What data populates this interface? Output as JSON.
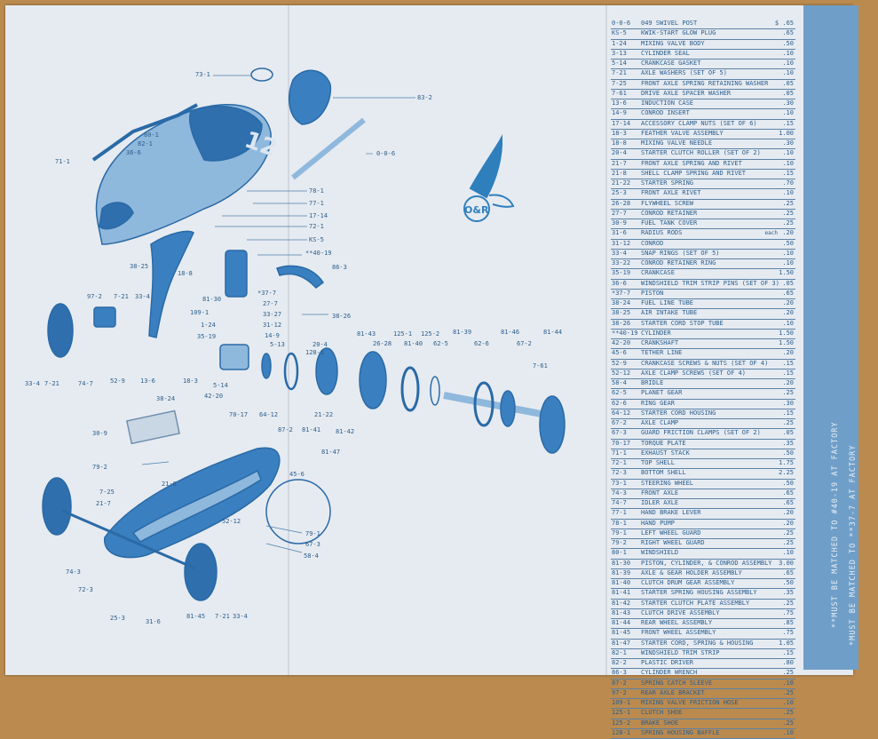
{
  "parts": [
    {
      "no": "0-0-6",
      "name": "049 SWIVEL POST",
      "price": "$ .65"
    },
    {
      "no": "KS-5",
      "name": "KWIK-START GLOW PLUG",
      "price": ".65"
    },
    {
      "no": "1-24",
      "name": "MIXING VALVE BODY",
      "price": ".50"
    },
    {
      "no": "3-13",
      "name": "CYLINDER SEAL",
      "price": ".10"
    },
    {
      "no": "5-14",
      "name": "CRANKCASE GASKET",
      "price": ".10"
    },
    {
      "no": "7-21",
      "name": "AXLE WASHERS (SET OF 5)",
      "price": ".10"
    },
    {
      "no": "7-25",
      "name": "FRONT AXLE SPRING RETAINING WASHER",
      "price": ".05"
    },
    {
      "no": "7-61",
      "name": "DRIVE AXLE SPACER WASHER",
      "price": ".05"
    },
    {
      "no": "13-6",
      "name": "INDUCTION CASE",
      "price": ".30"
    },
    {
      "no": "14-9",
      "name": "CONROD INSERT",
      "price": ".10"
    },
    {
      "no": "17-14",
      "name": "ACCESSORY CLAMP NUTS (SET OF 6)",
      "price": ".15"
    },
    {
      "no": "18-3",
      "name": "FEATHER VALVE ASSEMBLY",
      "price": "1.00"
    },
    {
      "no": "18-8",
      "name": "MIXING VALVE NEEDLE",
      "price": ".30"
    },
    {
      "no": "20-4",
      "name": "STARTER CLUTCH ROLLER (SET OF 2)",
      "price": ".10"
    },
    {
      "no": "21-7",
      "name": "FRONT AXLE SPRING AND RIVET",
      "price": ".10"
    },
    {
      "no": "21-8",
      "name": "SHELL CLAMP SPRING AND RIVET",
      "price": ".15"
    },
    {
      "no": "21-22",
      "name": "STARTER SPRING",
      "price": ".70"
    },
    {
      "no": "25-3",
      "name": "FRONT AXLE RIVET",
      "price": ".10"
    },
    {
      "no": "26-28",
      "name": "FLYWHEEL SCREW",
      "price": ".25"
    },
    {
      "no": "27-7",
      "name": "CONROD RETAINER",
      "price": ".25"
    },
    {
      "no": "30-9",
      "name": "FUEL TANK COVER",
      "price": ".25"
    },
    {
      "no": "31-6",
      "name": "RADIUS RODS",
      "each": "each",
      "price": ".20"
    },
    {
      "no": "31-12",
      "name": "CONROD",
      "price": ".50"
    },
    {
      "no": "33-4",
      "name": "SNAP RINGS (SET OF 5)",
      "price": ".10"
    },
    {
      "no": "33-22",
      "name": "CONROD RETAINER RING",
      "price": ".10"
    },
    {
      "no": "35-19",
      "name": "CRANKCASE",
      "price": "1.50"
    },
    {
      "no": "36-6",
      "name": "WINDSHIELD TRIM STRIP PINS (SET OF 3)",
      "price": ".05"
    },
    {
      "no": "*37-7",
      "name": "PISTON",
      "price": ".65"
    },
    {
      "no": "38-24",
      "name": "FUEL LINE TUBE",
      "price": ".20"
    },
    {
      "no": "38-25",
      "name": "AIR INTAKE TUBE",
      "price": ".20"
    },
    {
      "no": "38-26",
      "name": "STARTER CORD STOP TUBE",
      "price": ".10"
    },
    {
      "no": "**40-19",
      "name": "CYLINDER",
      "price": "1.50"
    },
    {
      "no": "42-20",
      "name": "CRANKSHAFT",
      "price": "1.50"
    },
    {
      "no": "45-6",
      "name": "TETHER LINE",
      "price": ".20"
    },
    {
      "no": "52-9",
      "name": "CRANKCASE SCREWS & NUTS (SET OF 4)",
      "price": ".15"
    },
    {
      "no": "52-12",
      "name": "AXLE CLAMP SCREWS (SET OF 4)",
      "price": ".15"
    },
    {
      "no": "58-4",
      "name": "BRIDLE",
      "price": ".20"
    },
    {
      "no": "62-5",
      "name": "PLANET GEAR",
      "price": ".25"
    },
    {
      "no": "62-6",
      "name": "RING GEAR",
      "price": ".30"
    },
    {
      "no": "64-12",
      "name": "STARTER CORD HOUSING",
      "price": ".15"
    },
    {
      "no": "67-2",
      "name": "AXLE CLAMP",
      "price": ".25"
    },
    {
      "no": "67-3",
      "name": "GUARD FRICTION CLAMPS (SET OF 2)",
      "price": ".05"
    },
    {
      "no": "70-17",
      "name": "TORQUE PLATE",
      "price": ".35"
    },
    {
      "no": "71-1",
      "name": "EXHAUST STACK",
      "price": ".50"
    },
    {
      "no": "72-1",
      "name": "TOP SHELL",
      "price": "1.75"
    },
    {
      "no": "72-3",
      "name": "BOTTOM SHELL",
      "price": "2.25"
    },
    {
      "no": "73-1",
      "name": "STEERING WHEEL",
      "price": ".50"
    },
    {
      "no": "74-3",
      "name": "FRONT AXLE",
      "price": ".65"
    },
    {
      "no": "74-7",
      "name": "IDLER AXLE",
      "price": ".65"
    },
    {
      "no": "77-1",
      "name": "HAND BRAKE LEVER",
      "price": ".20"
    },
    {
      "no": "78-1",
      "name": "HAND PUMP",
      "price": ".20"
    },
    {
      "no": "79-1",
      "name": "LEFT WHEEL GUARD",
      "price": ".25"
    },
    {
      "no": "79-2",
      "name": "RIGHT WHEEL GUARD",
      "price": ".25"
    },
    {
      "no": "80-1",
      "name": "WINDSHIELD",
      "price": ".10"
    },
    {
      "no": "81-30",
      "name": "PISTON, CYLINDER, & CONROD ASSEMBLY",
      "price": "3.00"
    },
    {
      "no": "81-39",
      "name": "AXLE & GEAR HOLDER ASSEMBLY",
      "price": ".65"
    },
    {
      "no": "81-40",
      "name": "CLUTCH DRUM GEAR ASSEMBLY",
      "price": ".50"
    },
    {
      "no": "81-41",
      "name": "STARTER SPRING HOUSING ASSEMBLY",
      "price": ".35"
    },
    {
      "no": "81-42",
      "name": "STARTER CLUTCH PLATE ASSEMBLY",
      "price": ".25"
    },
    {
      "no": "81-43",
      "name": "CLUTCH DRIVE ASSEMBLY",
      "price": ".75"
    },
    {
      "no": "81-44",
      "name": "REAR WHEEL ASSEMBLY",
      "price": ".85"
    },
    {
      "no": "81-45",
      "name": "FRONT WHEEL ASSEMBLY",
      "price": ".75"
    },
    {
      "no": "81-47",
      "name": "STARTER CORD, SPRING & HOUSING",
      "price": "1.05"
    },
    {
      "no": "82-1",
      "name": "WINDSHIELD TRIM STRIP",
      "price": ".15"
    },
    {
      "no": "82-2",
      "name": "PLASTIC DRIVER",
      "price": ".80"
    },
    {
      "no": "86-3",
      "name": "CYLINDER WRENCH",
      "price": ".25"
    },
    {
      "no": "87-2",
      "name": "SPRING CATCH SLEEVE",
      "price": ".10"
    },
    {
      "no": "97-2",
      "name": "REAR AXLE BRACKET",
      "price": ".25"
    },
    {
      "no": "109-1",
      "name": "MIXING VALVE FRICTION HOSE",
      "price": ".10"
    },
    {
      "no": "125-1",
      "name": "CLUTCH SHOE",
      "price": ".25"
    },
    {
      "no": "125-2",
      "name": "BRAKE SHOE",
      "price": ".25"
    },
    {
      "no": "128-1",
      "name": "SPRING HOUSING BAFFLE",
      "price": ".10"
    }
  ],
  "footnotes": {
    "single": "*MUST BE MATCHED TO **37-7 AT FACTORY",
    "double": "**MUST BE MATCHED TO #40-19 AT FACTORY"
  },
  "logo_text": "O&R",
  "car_number": "12",
  "colors": {
    "paper": "#e6ebf1",
    "ink": "#2c6fa8",
    "strip": "#6f9fc8",
    "table": "#bb8a4e"
  },
  "callouts": [
    {
      "id": "73-1",
      "text": "73-1"
    },
    {
      "id": "83-2",
      "text": "83-2"
    },
    {
      "id": "80-1",
      "text": "80-1"
    },
    {
      "id": "82-1",
      "text": "82-1"
    },
    {
      "id": "36-6",
      "text": "36-6"
    },
    {
      "id": "71-1",
      "text": "71-1"
    },
    {
      "id": "0-0-6",
      "text": "0-0-6"
    },
    {
      "id": "78-1",
      "text": "78-1"
    },
    {
      "id": "77-1",
      "text": "77-1"
    },
    {
      "id": "17-14",
      "text": "17-14"
    },
    {
      "id": "72-1",
      "text": "72-1"
    },
    {
      "id": "KS-5",
      "text": "KS-5"
    },
    {
      "id": "40-19",
      "text": "**40-19"
    },
    {
      "id": "86-3",
      "text": "86-3"
    },
    {
      "id": "38-25",
      "text": "38-25"
    },
    {
      "id": "18-8",
      "text": "18-8"
    },
    {
      "id": "81-30",
      "text": "81-30"
    },
    {
      "id": "37-7",
      "text": "*37-7"
    },
    {
      "id": "27-7",
      "text": "27-7"
    },
    {
      "id": "33-27",
      "text": "33-27"
    },
    {
      "id": "31-12",
      "text": "31-12"
    },
    {
      "id": "14-9",
      "text": "14-9"
    },
    {
      "id": "38-26",
      "text": "38-26"
    },
    {
      "id": "97-2",
      "text": "97-2"
    },
    {
      "id": "7-21a",
      "text": "7-21"
    },
    {
      "id": "33-4a",
      "text": "33-4"
    },
    {
      "id": "109-1",
      "text": "109-1"
    },
    {
      "id": "1-24",
      "text": "1-24"
    },
    {
      "id": "35-19",
      "text": "35-19"
    },
    {
      "id": "5-13",
      "text": "5-13"
    },
    {
      "id": "20-4",
      "text": "20-4"
    },
    {
      "id": "128-1",
      "text": "128-1"
    },
    {
      "id": "81-43",
      "text": "81-43"
    },
    {
      "id": "26-28",
      "text": "26-28"
    },
    {
      "id": "125-1",
      "text": "125-1"
    },
    {
      "id": "81-40",
      "text": "81-40"
    },
    {
      "id": "125-2",
      "text": "125-2"
    },
    {
      "id": "62-5",
      "text": "62-5"
    },
    {
      "id": "81-39",
      "text": "81-39"
    },
    {
      "id": "62-6",
      "text": "62-6"
    },
    {
      "id": "81-46",
      "text": "81-46"
    },
    {
      "id": "67-2",
      "text": "67-2"
    },
    {
      "id": "81-44",
      "text": "81-44"
    },
    {
      "id": "7-61",
      "text": "7-61"
    },
    {
      "id": "33-4b",
      "text": "33-4"
    },
    {
      "id": "7-21b",
      "text": "7-21"
    },
    {
      "id": "74-7",
      "text": "74-7"
    },
    {
      "id": "52-9",
      "text": "52-9"
    },
    {
      "id": "13-6",
      "text": "13-6"
    },
    {
      "id": "18-3",
      "text": "18-3"
    },
    {
      "id": "5-14",
      "text": "5-14"
    },
    {
      "id": "42-20",
      "text": "42-20"
    },
    {
      "id": "70-17",
      "text": "70-17"
    },
    {
      "id": "64-12",
      "text": "64-12"
    },
    {
      "id": "87-2",
      "text": "87-2"
    },
    {
      "id": "81-41",
      "text": "81-41"
    },
    {
      "id": "21-22",
      "text": "21-22"
    },
    {
      "id": "81-42",
      "text": "81-42"
    },
    {
      "id": "81-47",
      "text": "81-47"
    },
    {
      "id": "38-24",
      "text": "38-24"
    },
    {
      "id": "30-9",
      "text": "30-9"
    },
    {
      "id": "79-2",
      "text": "79-2"
    },
    {
      "id": "21-8",
      "text": "21-8"
    },
    {
      "id": "7-25",
      "text": "7-25"
    },
    {
      "id": "21-7",
      "text": "21-7"
    },
    {
      "id": "45-6",
      "text": "45-6"
    },
    {
      "id": "52-12",
      "text": "52-12"
    },
    {
      "id": "79-1",
      "text": "79-1"
    },
    {
      "id": "67-3",
      "text": "67-3"
    },
    {
      "id": "58-4",
      "text": "58-4"
    },
    {
      "id": "74-3",
      "text": "74-3"
    },
    {
      "id": "72-3",
      "text": "72-3"
    },
    {
      "id": "25-3",
      "text": "25-3"
    },
    {
      "id": "31-6",
      "text": "31-6"
    },
    {
      "id": "81-45",
      "text": "81-45"
    },
    {
      "id": "7-21c",
      "text": "7-21"
    },
    {
      "id": "33-4c",
      "text": "33-4"
    }
  ]
}
